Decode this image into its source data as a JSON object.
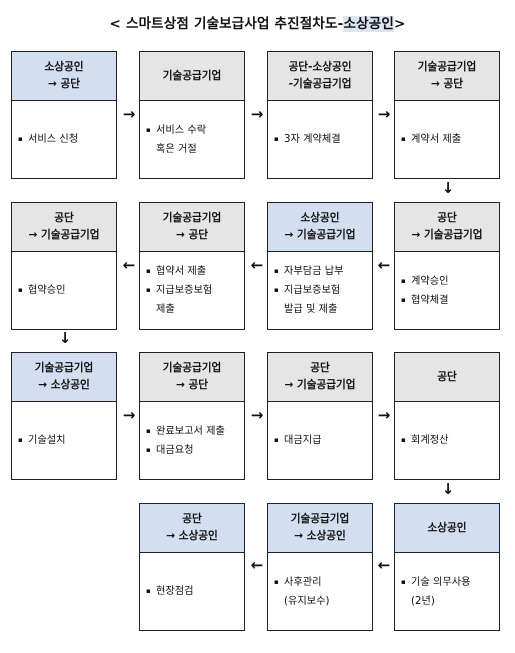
{
  "title": {
    "prefix": "< 스마트상점 기술보급사업 추진절차도-",
    "highlight": "소상공인",
    "suffix": ">"
  },
  "arrows": {
    "right": "→",
    "left": "←",
    "down": "↓"
  },
  "bullet": "▪",
  "rows": [
    [
      {
        "head": [
          "소상공인",
          "→ 공단"
        ],
        "color": "blue",
        "items": [
          [
            "서비스 신청"
          ]
        ]
      },
      {
        "head": [
          "기술공급기업"
        ],
        "color": "gray",
        "items": [
          [
            "서비스 수락",
            "혹은 거절"
          ]
        ]
      },
      {
        "head": [
          "공단-소상공인",
          "-기술공급기업"
        ],
        "color": "gray",
        "items": [
          [
            "3자 계약체결"
          ]
        ]
      },
      {
        "head": [
          "기술공급기업",
          "→ 공단"
        ],
        "color": "gray",
        "items": [
          [
            "계약서 제출"
          ]
        ]
      }
    ],
    [
      {
        "head": [
          "공단",
          "→ 기술공급기업"
        ],
        "color": "gray",
        "items": [
          [
            "협약승인"
          ]
        ]
      },
      {
        "head": [
          "기술공급기업",
          "→ 공단"
        ],
        "color": "gray",
        "items": [
          [
            "협약서 제출"
          ],
          [
            "지급보증보험",
            "제출"
          ]
        ]
      },
      {
        "head": [
          "소상공인",
          "→ 기술공급기업"
        ],
        "color": "blue",
        "items": [
          [
            "자부담금 납부"
          ],
          [
            "지급보증보험",
            "발급 및 제출"
          ]
        ]
      },
      {
        "head": [
          "공단",
          "→ 기술공급기업"
        ],
        "color": "gray",
        "items": [
          [
            "계약승인"
          ],
          [
            "협약체결"
          ]
        ]
      }
    ],
    [
      {
        "head": [
          "기술공급기업",
          "→ 소상공인"
        ],
        "color": "blue",
        "items": [
          [
            "기술설치"
          ]
        ]
      },
      {
        "head": [
          "기술공급기업",
          "→ 공단"
        ],
        "color": "gray",
        "items": [
          [
            "완료보고서 제출"
          ],
          [
            "대금요청"
          ]
        ]
      },
      {
        "head": [
          "공단",
          "→ 기술공급기업"
        ],
        "color": "gray",
        "items": [
          [
            "대금지급"
          ]
        ]
      },
      {
        "head": [
          "공단"
        ],
        "color": "gray",
        "items": [
          [
            "회계정산"
          ]
        ]
      }
    ],
    [
      null,
      {
        "head": [
          "공단",
          "→ 소상공인"
        ],
        "color": "blue",
        "items": [
          [
            "현장점검"
          ]
        ]
      },
      {
        "head": [
          "기술공급기업",
          "→ 소상공인"
        ],
        "color": "blue",
        "items": [
          [
            "사후관리",
            "(유지보수)"
          ]
        ]
      },
      {
        "head": [
          "소상공인"
        ],
        "color": "blue",
        "items": [
          [
            "기술 의무사용",
            "(2년)"
          ]
        ]
      }
    ]
  ]
}
